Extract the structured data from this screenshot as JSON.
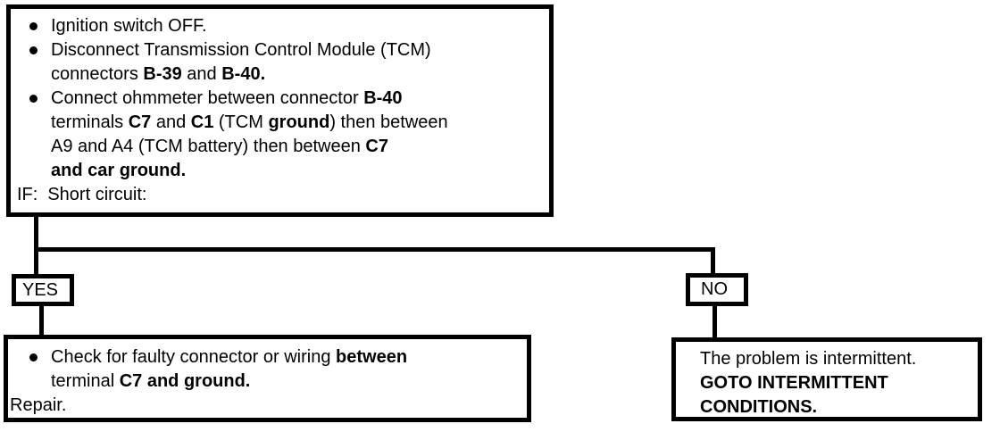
{
  "colors": {
    "ink": "#000000",
    "background": "#ffffff"
  },
  "flowchart": {
    "instruction_box": {
      "bullets": [
        {
          "lines": [
            [
              {
                "t": "Ignition switch OFF."
              }
            ]
          ]
        },
        {
          "lines": [
            [
              {
                "t": "Disconnect Transmission Control Module (TCM)"
              }
            ],
            [
              {
                "t": "connectors "
              },
              {
                "t": "B-39",
                "b": true
              },
              {
                "t": " and "
              },
              {
                "t": "B-40.",
                "b": true
              }
            ]
          ]
        },
        {
          "lines": [
            [
              {
                "t": "Connect ohmmeter between connector "
              },
              {
                "t": "B-40",
                "b": true
              }
            ],
            [
              {
                "t": "terminals "
              },
              {
                "t": "C7",
                "b": true
              },
              {
                "t": " and "
              },
              {
                "t": "C1",
                "b": true
              },
              {
                "t": " (TCM "
              },
              {
                "t": "ground",
                "b": true
              },
              {
                "t": ") then between"
              }
            ],
            [
              {
                "t": "A9 and A4 (TCM battery) then between "
              },
              {
                "t": "C7",
                "b": true
              }
            ],
            [
              {
                "t": "and car ground.",
                "b": true
              }
            ]
          ]
        }
      ],
      "condition_label": "IF:",
      "condition_text": "Short circuit:"
    },
    "yes_branch": {
      "label": "YES",
      "result_box": {
        "bullets": [
          {
            "lines": [
              [
                {
                  "t": "Check for faulty connector or wiring "
                },
                {
                  "t": "between",
                  "b": true
                }
              ],
              [
                {
                  "t": "terminal "
                },
                {
                  "t": "C7 and ground.",
                  "b": true
                }
              ]
            ]
          }
        ],
        "action": "Repair."
      }
    },
    "no_branch": {
      "label": "NO",
      "result_box": {
        "lines": [
          [
            {
              "t": "The problem is intermittent."
            }
          ],
          [
            {
              "t": "GOTO ",
              "b": true
            },
            {
              "t": "INTERMITTENT",
              "b": true
            }
          ],
          [
            {
              "t": "CONDITIONS.",
              "b": true
            }
          ]
        ]
      }
    }
  }
}
